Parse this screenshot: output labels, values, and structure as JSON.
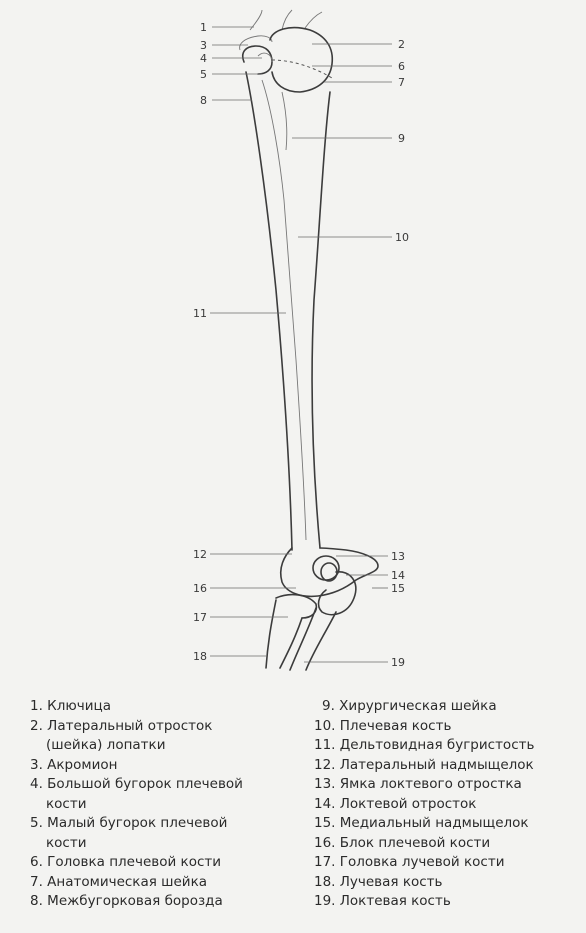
{
  "labels": {
    "n1": "1",
    "n2": "2",
    "n3": "3",
    "n4": "4",
    "n5": "5",
    "n6": "6",
    "n7": "7",
    "n8": "8",
    "n9": "9",
    "n10": "10",
    "n11": "11",
    "n12": "12",
    "n13": "13",
    "n14": "14",
    "n15": "15",
    "n16": "16",
    "n17": "17",
    "n18": "18",
    "n19": "19"
  },
  "legend": {
    "left": [
      "1. Ключица",
      "2. Латеральный отросток",
      "(шейка) лопатки",
      "3. Акромион",
      "4. Большой бугорок плечевой",
      "кости",
      "5. Малый бугорок плечевой",
      "кости",
      "6. Головка плечевой кости",
      "7. Анатомическая шейка",
      "8. Межбугорковая борозда"
    ],
    "right": [
      "9. Хирургическая шейка",
      "10. Плечевая кость",
      "11. Дельтовидная бугристость",
      "12. Латеральный надмыщелок",
      "13. Ямка локтевого отростка",
      "14. Локтевой отросток",
      "15. Медиальный надмыщелок",
      "16. Блок плечевой кости",
      "17. Головка лучевой кости",
      "18. Лучевая кость",
      "19. Локтевая кость"
    ]
  }
}
